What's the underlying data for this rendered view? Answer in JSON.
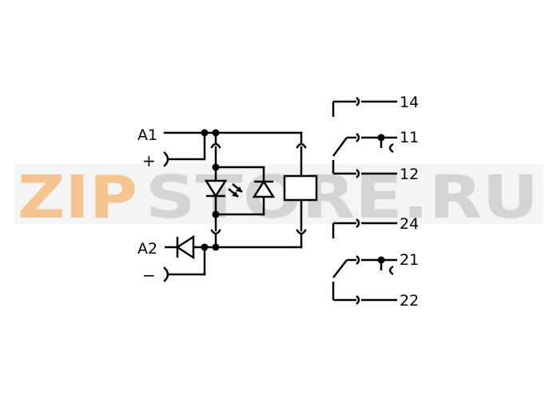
{
  "watermark": {
    "text_part1": "ZIP",
    "text_part2": "STORE.RU",
    "color_part1": "#f6c48e",
    "color_part2": "#d4d4d4",
    "band_color": "#f4f4f4"
  },
  "terminals": {
    "a1": "A1",
    "a2": "A2",
    "plus": "+",
    "minus": "−",
    "t14": "14",
    "t11": "11",
    "t12": "12",
    "t24": "24",
    "t21": "21",
    "t22": "22"
  },
  "colors": {
    "line": "#000000",
    "background": "#ffffff"
  }
}
